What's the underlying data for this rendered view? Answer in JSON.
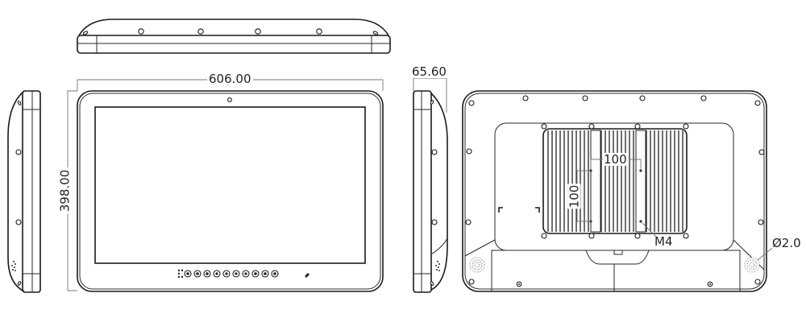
{
  "drawing": {
    "title": "Panel PC dimension drawing",
    "views": [
      "top-view",
      "left-side-view",
      "front-view",
      "right-side-view",
      "rear-view"
    ],
    "dimensions": {
      "width": "606.00",
      "height": "398.00",
      "depth": "65.60",
      "vesa_horizontal": "100",
      "vesa_vertical": "100",
      "vesa_screw": "M4",
      "speaker_hole": "Ø2.0"
    },
    "front_buttons_count": 10,
    "line_color": "#1a1a1a",
    "dimension_line_color": "#777777"
  }
}
